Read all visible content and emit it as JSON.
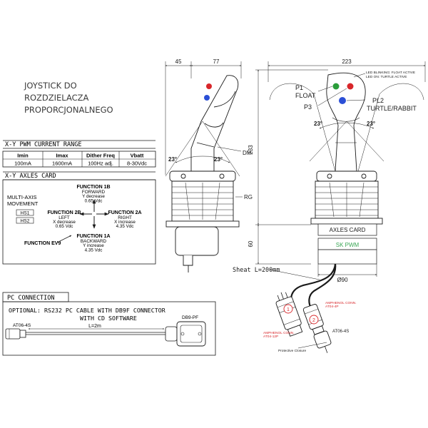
{
  "title": {
    "line1": "JOYSTICK DO",
    "line2": "ROZDZIELACZA",
    "line3": "PROPORCJONALNEGO"
  },
  "pwm_table": {
    "heading": "X-Y PWM CURRENT RANGE",
    "columns": [
      "Imin",
      "Imax",
      "Dither Freq",
      "Vbatt"
    ],
    "values": [
      "100mA",
      "1600mA",
      "100Hz adj.",
      "8-30Vdc"
    ]
  },
  "axles": {
    "heading": "X-Y AXLES CARD",
    "multi_axis": [
      "MULTI-AXIS",
      "MOVEMENT"
    ],
    "hs1": "HS1",
    "hs2": "HS2",
    "f1b": [
      "FUNCTION 1B",
      "FORWARD",
      "Y decrease",
      "0.65 Vdc"
    ],
    "f2b": [
      "FUNCTION 2B",
      "LEFT",
      "X decrease",
      "0.65 Vdc"
    ],
    "f2a": [
      "FUNCTION 2A",
      "RIGHT",
      "X increase",
      "4.35 Vdc"
    ],
    "f1a": [
      "FUNCTION 1A",
      "BACKWARD",
      "Y increase",
      "4.35 Vdc"
    ],
    "ev9": "FUNCTION EV9"
  },
  "pc": {
    "heading": "PC CONNECTION",
    "line1": "OPTIONAL: RS232 PC CABLE WITH DB9F CONNECTOR",
    "line2": "WITH CD SOFTWARE",
    "left_conn": "AT06-4S",
    "right_conn": "DB9-PF",
    "length": "L=2m"
  },
  "side": {
    "dim_45": "45",
    "dim_77": "77",
    "angle_l": "23°",
    "angle_r": "23°",
    "dm": "DM",
    "rg": "RG"
  },
  "front": {
    "dim_223": "223",
    "dim_233": "233",
    "dim_60": "60",
    "dim_90": "Ø90",
    "p1": "P1",
    "float": "FLOAT",
    "p3": "P3",
    "pl2": "PL2",
    "turtle": "TURTLE/RABBIT",
    "led1": "LED BLINKING: FLOAT ACTIVE",
    "led2": "LED ON: TURTLE ACTIVE",
    "angle_l": "23°",
    "angle_r": "23°",
    "axles_card": "AXLES CARD",
    "sk_pwm": "SK PWM",
    "sheat": "Sheat L=200mm",
    "amph1": [
      "AMPHENOL CONN.",
      "AT04-12P"
    ],
    "amph2": [
      "AMPHENOL CONN.",
      "AT04-4P"
    ],
    "at06": "AT06-4S",
    "n1": "1",
    "n2": "2",
    "closure": "Protective Closure"
  },
  "colors": {
    "line": "#1a1a1a",
    "red": "#d8262a",
    "green": "#2a9d3a",
    "blue": "#2b4fd6",
    "skpwm": "#3aa655"
  }
}
